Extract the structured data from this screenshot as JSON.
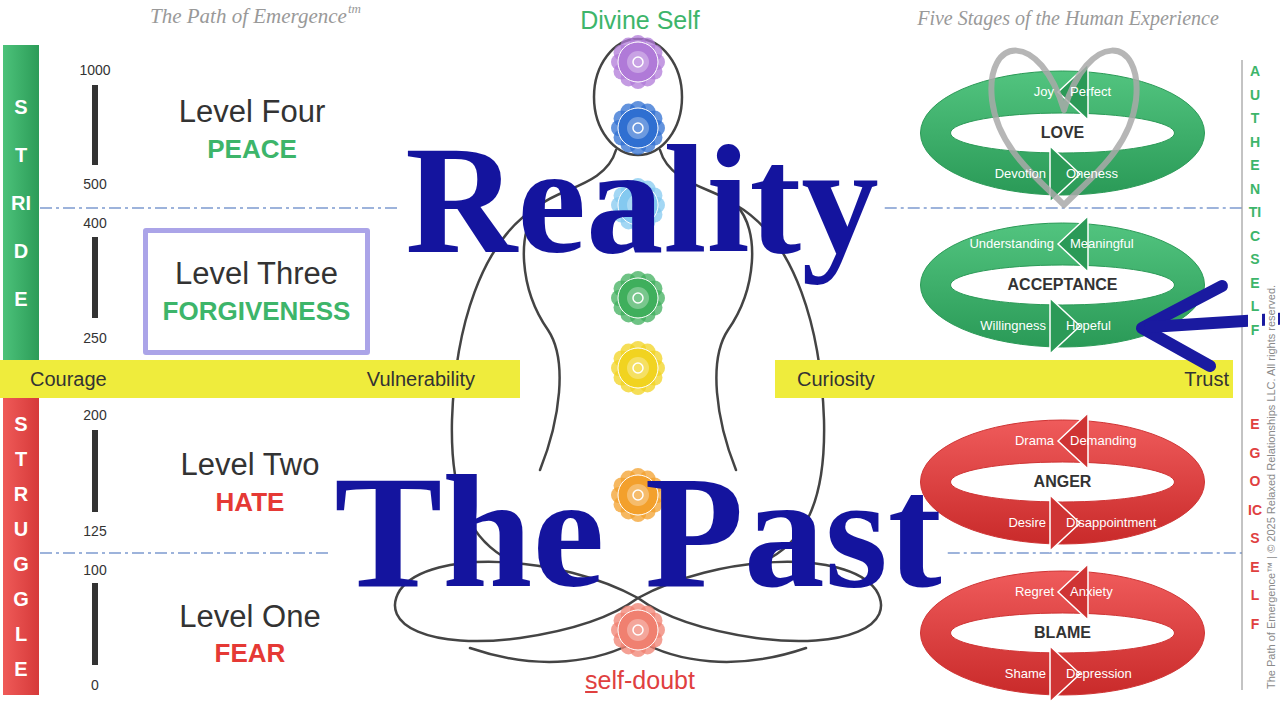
{
  "diagram": {
    "nodes": [
      {
        "text": [
          "STRIDE"
        ]
      },
      {
        "text": [
          "Level Three",
          "FORGIVENESS"
        ]
      },
      {
        "text": [
          "Courage",
          "Vulnerability"
        ]
      },
      {
        "text": [
          "Curiosity",
          "Trust"
        ]
      },
      {
        "text": [
          "STRUGGLE"
        ]
      },
      {
        "text": [
          "Joy",
          "Perfect",
          "LOVE",
          "Devotion",
          "Oneness"
        ]
      },
      {
        "text": [
          "Understanding",
          "Meaningful",
          "ACCEPTANCE",
          "Willingness",
          "Hopeful"
        ]
      },
      {
        "text": [
          "Drama",
          "Demanding",
          "ANGER",
          "Desire",
          "Disappointment"
        ]
      },
      {
        "text": [
          "Regret",
          "Anxiety",
          "BLAME",
          "Shame",
          "Depression"
        ]
      }
    ],
    "labels": [
      "The Path of Emergence",
      "tm",
      "Divine Self",
      "Five Stages of the Human Experience",
      "1000",
      "500",
      "Level Four",
      "PEACE",
      "400",
      "250",
      "200",
      "125",
      "Level Two",
      "HATE",
      "100",
      "0",
      "Level One",
      "FEAR",
      "self-doubt",
      "Reality",
      "The Past",
      "AUTHENTIC SELF",
      "EGOIC SELF",
      "The Path of Emergence™ | © 2025 Relaxed Relationships LLC. All rights reserved."
    ]
  }
}
